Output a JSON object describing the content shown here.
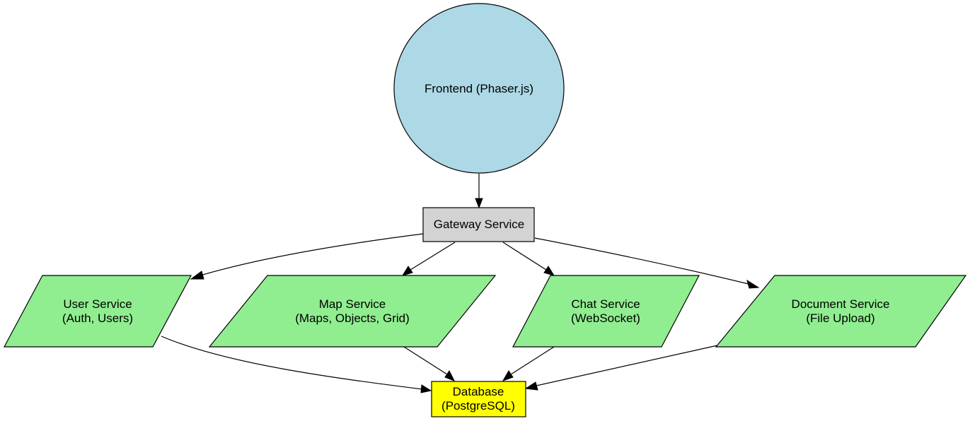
{
  "nodes": {
    "frontend": {
      "label": "Frontend (Phaser.js)",
      "color": "#add8e6"
    },
    "gateway": {
      "label": "Gateway Service",
      "color": "#d3d3d3"
    },
    "user_service": {
      "line1": "User Service",
      "line2": "(Auth, Users)",
      "color": "#90ee90"
    },
    "map_service": {
      "line1": "Map Service",
      "line2": "(Maps, Objects, Grid)",
      "color": "#90ee90"
    },
    "chat_service": {
      "line1": "Chat Service",
      "line2": "(WebSocket)",
      "color": "#90ee90"
    },
    "document_service": {
      "line1": "Document Service",
      "line2": "(File Upload)",
      "color": "#90ee90"
    },
    "database": {
      "line1": "Database",
      "line2": "(PostgreSQL)",
      "color": "#ffff00"
    }
  },
  "edges": [
    {
      "from": "frontend",
      "to": "gateway"
    },
    {
      "from": "gateway",
      "to": "user_service"
    },
    {
      "from": "gateway",
      "to": "map_service"
    },
    {
      "from": "gateway",
      "to": "chat_service"
    },
    {
      "from": "gateway",
      "to": "document_service"
    },
    {
      "from": "user_service",
      "to": "database"
    },
    {
      "from": "map_service",
      "to": "database"
    },
    {
      "from": "chat_service",
      "to": "database"
    },
    {
      "from": "document_service",
      "to": "database"
    }
  ]
}
